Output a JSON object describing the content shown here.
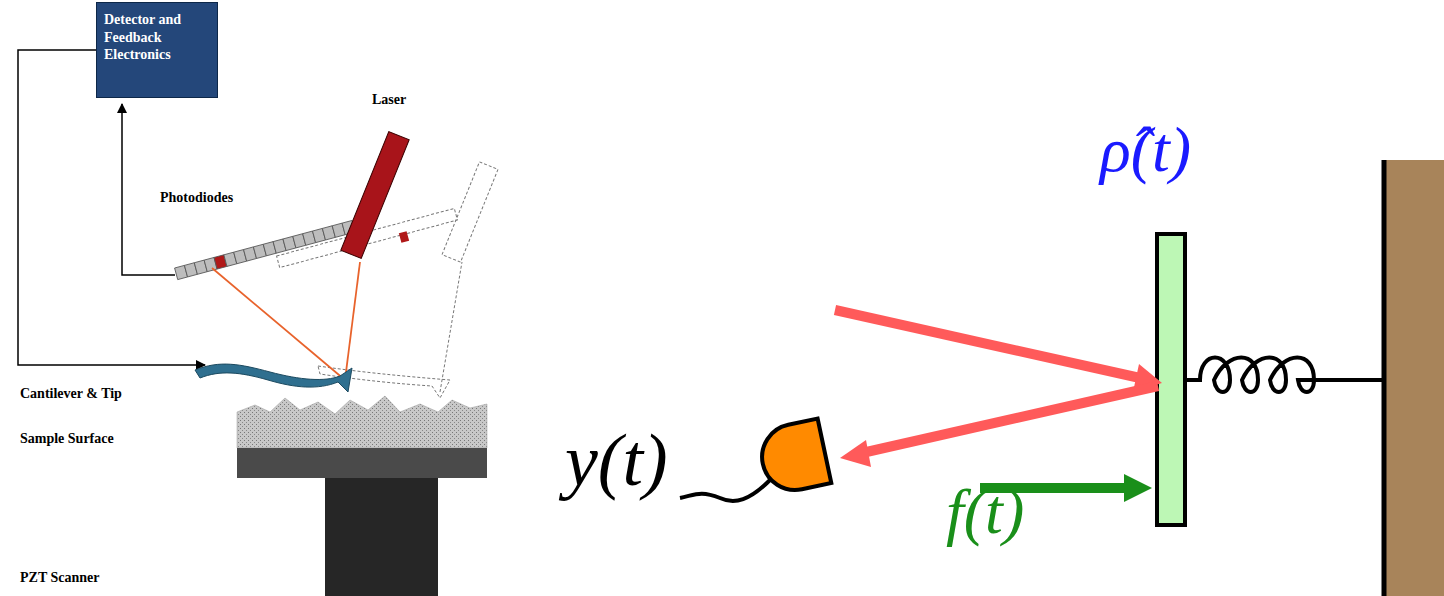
{
  "diagram": {
    "nodes": [
      {
        "text": [
          "Detector and Feedback Electronics"
        ]
      }
    ],
    "labels": [
      "Laser",
      "Photodiodes",
      "Cantilever & Tip",
      "Sample Surface",
      "PZT Scanner",
      "ρ̂(t)",
      "y(t)",
      "f(t)"
    ]
  }
}
